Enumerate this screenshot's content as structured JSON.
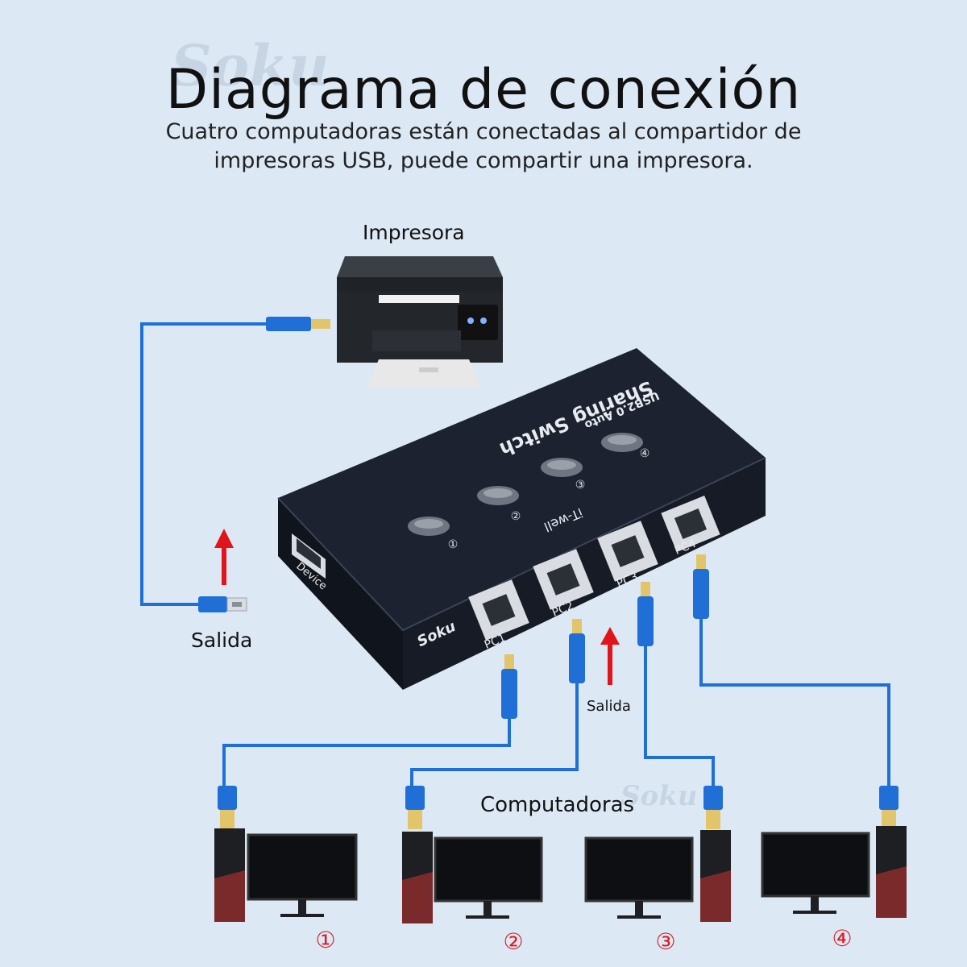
{
  "header": {
    "title": "Diagrama de conexión",
    "subtitle": "Cuatro computadoras están conectadas al compartidor de impresoras USB, puede compartir una impresora."
  },
  "labels": {
    "printer": "Impresora",
    "output_left": "Salida",
    "output_center": "Salida",
    "computers": "Computadoras"
  },
  "watermark": "Soku",
  "device": {
    "title": "Sharing Switch",
    "subtitle": "USB2.0 Auto",
    "brand": "iT-well",
    "logo": "Soku",
    "device_port": "Device",
    "button_numbers": [
      "①",
      "②",
      "③",
      "④"
    ],
    "ports": [
      "PC1",
      "PC2",
      "PC3",
      "PC4"
    ]
  },
  "computer_numbers": [
    "①",
    "②",
    "③",
    "④"
  ],
  "colors": {
    "background": "#dce9f5",
    "cable": "#1f6fd6",
    "arrow": "#e0141a",
    "number": "#d81e25",
    "switch_body": "#1c2230"
  }
}
